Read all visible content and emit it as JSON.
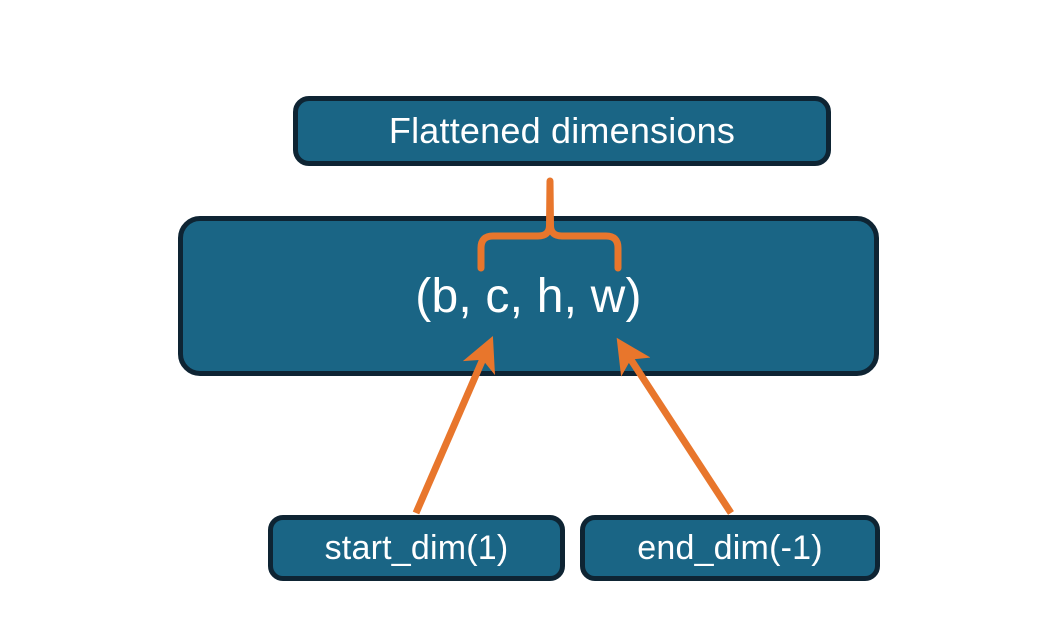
{
  "diagram": {
    "title_text": "Flattened dimensions",
    "background_color": "#FFFFFF",
    "node_fill_color": "#1A6585",
    "node_border_color": "#0E2433",
    "node_text_color": "#FFFFFF",
    "accent_color": "#E8762C"
  },
  "nodes": {
    "flattened": {
      "label": "Flattened dimensions",
      "role": "annotation-box-top"
    },
    "shape": {
      "label": "(b, c, h, w)",
      "role": "tensor-shape-box",
      "dims": [
        "b",
        "c",
        "h",
        "w"
      ]
    },
    "start_dim": {
      "label": "start_dim(1)",
      "role": "parameter-box",
      "param": "start_dim",
      "value": "1"
    },
    "end_dim": {
      "label": "end_dim(-1)",
      "role": "parameter-box",
      "param": "end_dim",
      "value": "-1"
    }
  },
  "connectors": {
    "brace": {
      "name": "flattened-range-brace",
      "color": "#E8762C",
      "spans_dims": [
        "c",
        "h",
        "w"
      ],
      "points_to": "Flattened dimensions"
    },
    "arrow_start_dim": {
      "name": "start-dim-arrow",
      "color": "#E8762C",
      "from": "start_dim(1)",
      "to": "c"
    },
    "arrow_end_dim": {
      "name": "end-dim-arrow",
      "color": "#E8762C",
      "from": "end_dim(-1)",
      "to": "w"
    }
  }
}
